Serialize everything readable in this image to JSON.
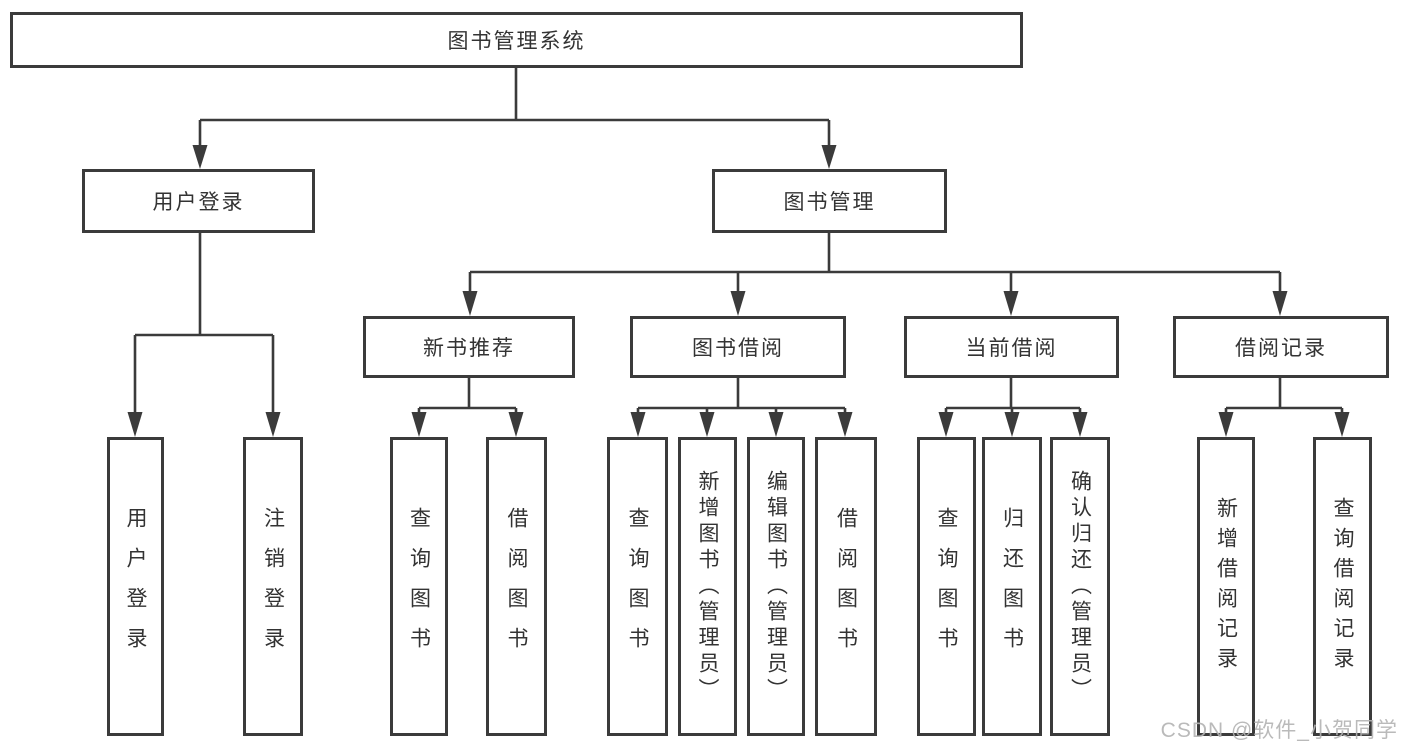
{
  "tree": {
    "root": {
      "label": "图书管理系统"
    },
    "level2": [
      {
        "label": "用户登录",
        "children": [
          {
            "label": "用户登录"
          },
          {
            "label": "注销登录"
          }
        ]
      },
      {
        "label": "图书管理",
        "children": [
          {
            "label": "新书推荐",
            "children": [
              {
                "label": "查询图书"
              },
              {
                "label": "借阅图书"
              }
            ]
          },
          {
            "label": "图书借阅",
            "children": [
              {
                "label": "查询图书"
              },
              {
                "label": "新增图书（管理员）"
              },
              {
                "label": "编辑图书（管理员）"
              },
              {
                "label": "借阅图书"
              }
            ]
          },
          {
            "label": "当前借阅",
            "children": [
              {
                "label": "查询图书"
              },
              {
                "label": "归还图书"
              },
              {
                "label": "确认归还（管理员）"
              }
            ]
          },
          {
            "label": "借阅记录",
            "children": [
              {
                "label": "新增借阅记录"
              },
              {
                "label": "查询借阅记录"
              }
            ]
          }
        ]
      }
    ]
  },
  "watermark": {
    "text": "CSDN @软件_小贺同学"
  },
  "colors": {
    "line": "#3b3b3b",
    "text": "#333333",
    "watermark_text": "#b3b3b3",
    "background": "#ffffff"
  }
}
